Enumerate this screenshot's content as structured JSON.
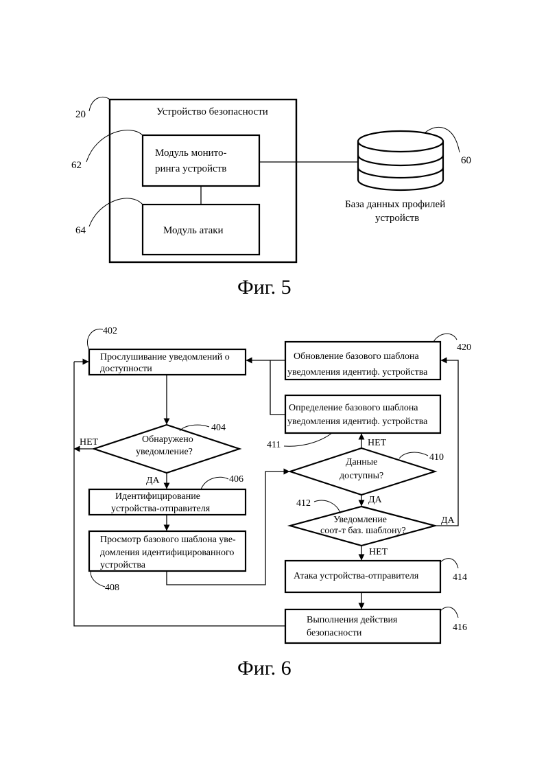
{
  "fig5": {
    "caption": "Фиг. 5",
    "security_device": {
      "title": "Устройство безопасности",
      "ref": "20"
    },
    "monitoring_module": {
      "line1": "Модуль монито-",
      "line2": "ринга устройств",
      "ref": "62"
    },
    "attack_module": {
      "label": "Модуль атаки",
      "ref": "64"
    },
    "profile_db": {
      "line1": "База данных профилей",
      "line2": "устройств",
      "ref": "60"
    }
  },
  "fig6": {
    "caption": "Фиг. 6",
    "listen": {
      "line1": "Прослушивание уведомлений о",
      "line2": "доступности",
      "ref": "402"
    },
    "detected": {
      "line1": "Обнаружено",
      "line2": "уведомление?",
      "ref": "404",
      "yes": "ДА",
      "no": "НЕТ"
    },
    "identify": {
      "line1": "Идентифицирование",
      "line2": "устройства-отправителя",
      "ref": "406"
    },
    "review": {
      "line1": "Просмотр базового шаблона уве-",
      "line2": "домления идентифицированного",
      "line3": "устройства",
      "ref": "408"
    },
    "data_available": {
      "line1": "Данные",
      "line2": "доступны?",
      "ref": "410",
      "yes": "ДА",
      "no": "НЕТ"
    },
    "determine": {
      "line1": "Определение базового шаблона",
      "line2": "уведомления идентиф. устройства",
      "ref": "411"
    },
    "matches": {
      "line1": "Уведомление",
      "line2": "соот-т баз. шаблону?",
      "ref": "412",
      "yes": "ДА",
      "no": "НЕТ"
    },
    "attack": {
      "label": "Атака устройства-отправителя",
      "ref": "414"
    },
    "security_action": {
      "line1": "Выполнения действия",
      "line2": "безопасности",
      "ref": "416"
    },
    "update": {
      "line1": "Обновление базового шаблона",
      "line2": "уведомления идентиф. устройства",
      "ref": "420"
    }
  }
}
